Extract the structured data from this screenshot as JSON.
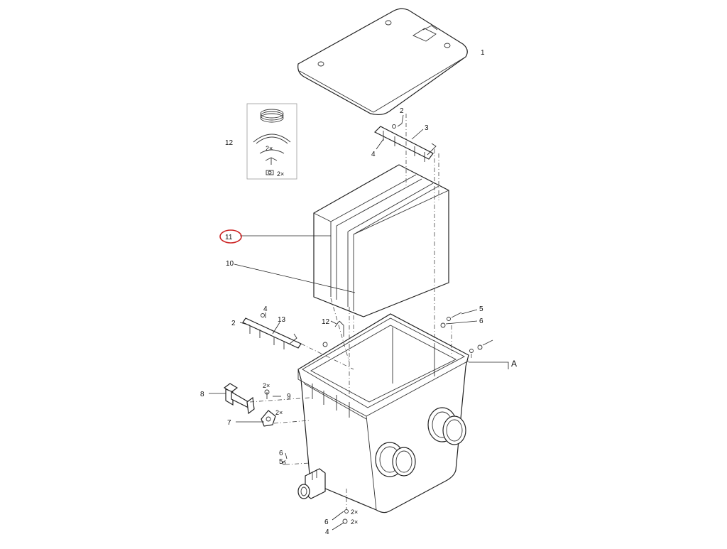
{
  "callouts": {
    "c1": "1",
    "c2a": "2",
    "c3": "3",
    "c4a": "4",
    "c12a": "12",
    "c11": "11",
    "c10": "10",
    "c4b": "4",
    "c13": "13",
    "c2b": "2",
    "c12b": "12",
    "c5a": "5",
    "c6a": "6",
    "cA": "A",
    "c8": "8",
    "c9": "9",
    "c7": "7",
    "c6b": "6",
    "c5b": "5",
    "c6c": "6",
    "c4c": "4"
  },
  "qty": {
    "q_kit1": "2×",
    "q_kit2": "2×",
    "q_bolt": "2×",
    "q_bracket": "2×",
    "q_bot1": "2×",
    "q_bot2": "2×"
  },
  "highlight": {
    "target": "11",
    "color": "#cc2222"
  }
}
